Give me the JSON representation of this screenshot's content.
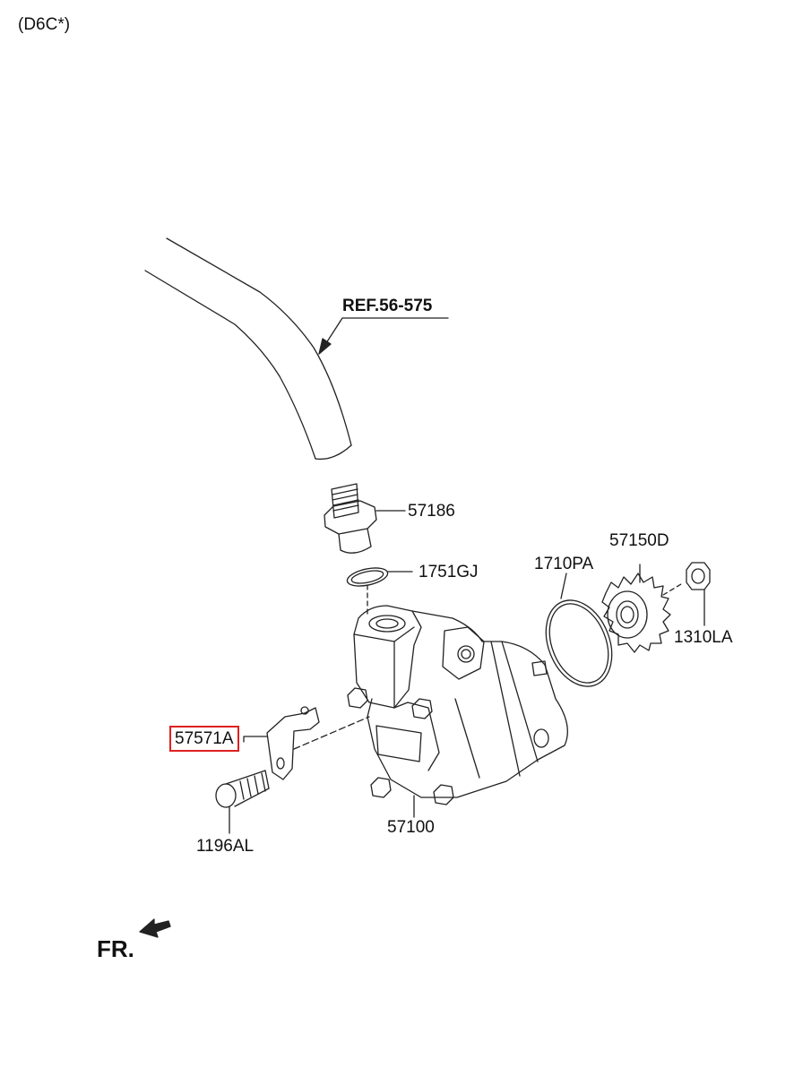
{
  "variant": "(D6C*)",
  "reference": "REF.56-575",
  "parts": {
    "p57186": "57186",
    "p1751GJ": "1751GJ",
    "p1710PA": "1710PA",
    "p57150D": "57150D",
    "p1310LA": "1310LA",
    "p57571A": "57571A",
    "p1196AL": "1196AL",
    "p57100": "57100"
  },
  "highlighted_part": "57571A",
  "highlight_color": "#e02020",
  "direction": "FR."
}
